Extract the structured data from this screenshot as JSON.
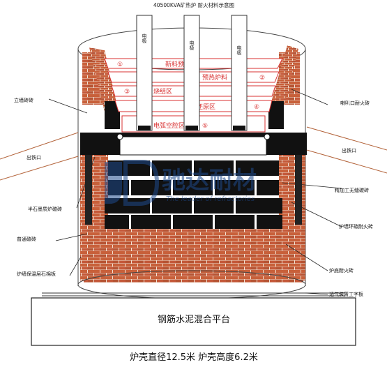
{
  "title": "40500KVA矿热炉 耐火材料示意图",
  "electrodes": [
    "电极",
    "电极",
    "电极"
  ],
  "zones": [
    {
      "num": "①",
      "label": "新料预热区"
    },
    {
      "num": "②",
      "label": "预热炉料"
    },
    {
      "num": "③",
      "label": "烧结区"
    },
    {
      "num": "④",
      "label": "还原区"
    },
    {
      "num": "⑤",
      "label": "电弧空腔区"
    }
  ],
  "labels": {
    "wall_brick": "立墙砖砖",
    "tap_hole_left": "出铁口",
    "tap_hole_right": "出铁口",
    "horn_brick": "喇叭口耐火砖",
    "machined_brick": "精加工无缝碳砖",
    "graphite_brick": "半石墨质炉碳砖",
    "ring_carbon": "炉墙环碳耐火砖",
    "common_brick": "普通碳砖",
    "insulation": "炉墙保温层石棉板",
    "bottom_brick": "炉底耐火砖",
    "vent_plate": "透气装置工字板",
    "platform": "钢筋水泥混合平台"
  },
  "watermark": {
    "cn": "驰达耐材",
    "en": "The leader of refractories"
  },
  "footer": "炉壳直径12.5米  炉壳高度6.2米",
  "colors": {
    "brick": "#c8603a",
    "mortar": "#f3e2d2",
    "carbon": "#111111",
    "zone_line": "#d83030",
    "watermark": "#1e4a8c"
  }
}
